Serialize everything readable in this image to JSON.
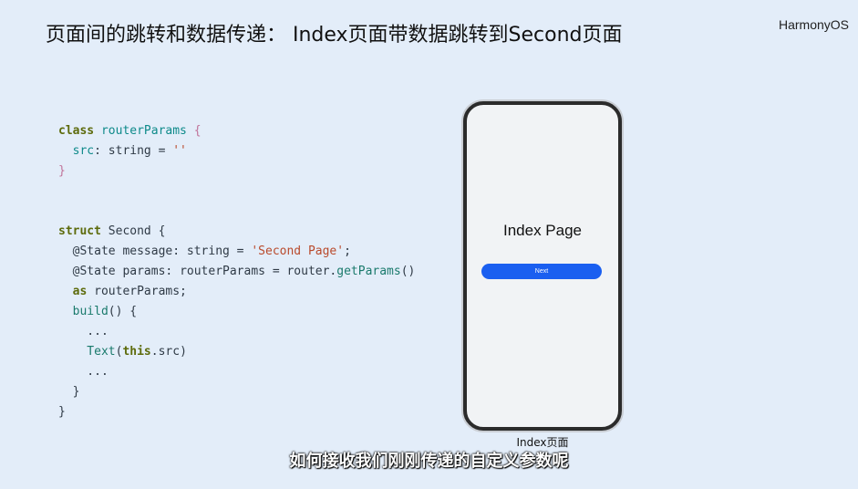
{
  "header": {
    "title": "页面间的跳转和数据传递：  Index页面带数据跳转到Second页面",
    "logo": "HarmonyOS"
  },
  "code": {
    "lines": [
      [
        {
          "t": "class ",
          "c": "kw"
        },
        {
          "t": "routerParams ",
          "c": "ty"
        },
        {
          "t": "{",
          "c": "br"
        }
      ],
      [
        {
          "t": "  src",
          "c": "ty"
        },
        {
          "t": ": string = ",
          "c": ""
        },
        {
          "t": "''",
          "c": "st"
        }
      ],
      [
        {
          "t": "}",
          "c": "br"
        }
      ],
      null,
      null,
      [
        {
          "t": "struct ",
          "c": "kw"
        },
        {
          "t": "Second ",
          "c": ""
        },
        {
          "t": "{",
          "c": ""
        }
      ],
      [
        {
          "t": "  @State ",
          "c": ""
        },
        {
          "t": "message: string = ",
          "c": ""
        },
        {
          "t": "'Second Page'",
          "c": "st"
        },
        {
          "t": ";",
          "c": ""
        }
      ],
      [
        {
          "t": "  @State ",
          "c": ""
        },
        {
          "t": "params: routerParams = router.",
          "c": ""
        },
        {
          "t": "getParams",
          "c": "fn"
        },
        {
          "t": "()",
          "c": ""
        }
      ],
      [
        {
          "t": "  as ",
          "c": "kw"
        },
        {
          "t": "routerParams;",
          "c": ""
        }
      ],
      [
        {
          "t": "  build",
          "c": "fn"
        },
        {
          "t": "() {",
          "c": ""
        }
      ],
      [
        {
          "t": "    ...",
          "c": ""
        }
      ],
      [
        {
          "t": "    Text",
          "c": "fn"
        },
        {
          "t": "(",
          "c": ""
        },
        {
          "t": "this",
          "c": "kw"
        },
        {
          "t": ".src)",
          "c": ""
        }
      ],
      [
        {
          "t": "    ...",
          "c": ""
        }
      ],
      [
        {
          "t": "  }",
          "c": ""
        }
      ],
      [
        {
          "t": "}",
          "c": ""
        }
      ]
    ]
  },
  "phone": {
    "page_title": "Index Page",
    "next_label": "Next",
    "caption": "Index页面"
  },
  "subtitle": "如何接收我们刚刚传递的自定义参数呢",
  "colors": {
    "background": "#e3edf9",
    "button": "#1a5ff0"
  }
}
